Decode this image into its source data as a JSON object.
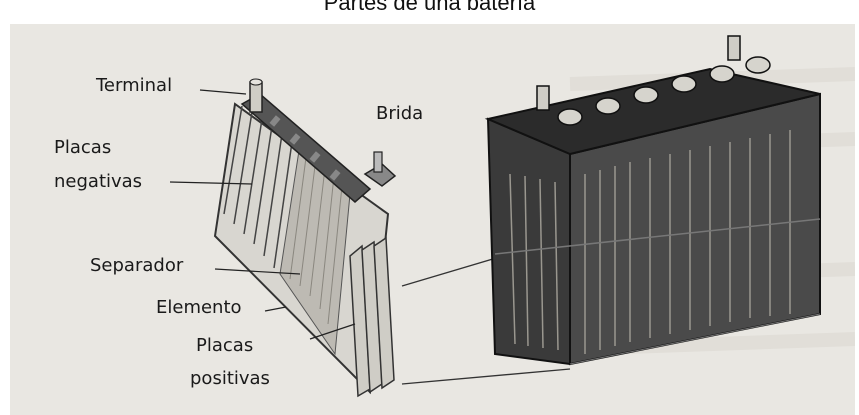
{
  "title": "Partes de una batería",
  "labels": {
    "terminal": "Terminal",
    "brida": "Brida",
    "placas_negativas_1": "Placas",
    "placas_negativas_2": "negativas",
    "separador": "Separador",
    "elemento": "Elemento",
    "placas_positivas_1": "Placas",
    "placas_positivas_2": "positivas"
  },
  "colors": {
    "background": "#e9e7e2",
    "ink": "#1a1a1a",
    "battery_dark": "#2b2b2b"
  }
}
